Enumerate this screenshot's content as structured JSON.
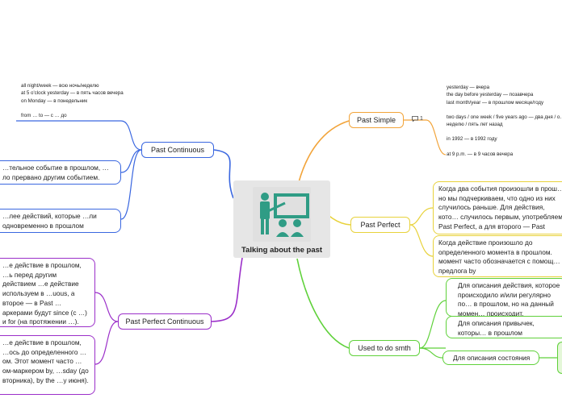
{
  "center": {
    "title": "Talking about the past",
    "icon": "teacher-at-board-icon"
  },
  "colors": {
    "past_simple": "#f2a43a",
    "past_perfect": "#e8d23b",
    "used_to": "#5fd13a",
    "past_continuous": "#3a67e0",
    "past_perfect_continuous": "#9b2fc9",
    "center_bg": "#e6e6e6",
    "icon_teal": "#2f9c85"
  },
  "past_simple": {
    "label": "Past Simple",
    "comment_count": "1",
    "markers": [
      "yesterday — вчера",
      "the day before yesterday — позавчера",
      "last month/year — в прошлом месяце/году",
      "",
      "two days / one week / five years ago — два дня / о…",
      "неделю / пять лет назад",
      "",
      "in 1992 — в 1992 году",
      "",
      "at 9 p.m. — в 9 часов вечера"
    ]
  },
  "past_perfect": {
    "label": "Past Perfect",
    "leaves": [
      "Когда два события произошли в прош… но мы подчеркиваем, что одно из них случилось раньше. Для действия, кото… случилось первым, употребляем Past Perfect, а для второго — Past Simple.",
      "Когда действие произошло до определенного момента в прошлом. момент часто обозначается с помощ… предлога by"
    ]
  },
  "used_to": {
    "label": "Used to do smth",
    "leaves": [
      "Для описания действия, которое происходило и/или регулярно по… в прошлом, но на данный момен… происходит.",
      "Для описания привычек, которы… в прошлом",
      "Для описания состояния"
    ]
  },
  "past_continuous": {
    "label": "Past Continuous",
    "markers": [
      "all night/week — всю ночь/неделю",
      "at 5 o'clock yesterday — в пять часов вечера",
      "on Monday — в понедельник",
      "",
      "from … to — с … до"
    ],
    "leaves": [
      "…тельное событие в прошлом, …ло прервано другим событием.",
      "…лее действий, которые …ли одновременно в прошлом"
    ]
  },
  "past_perfect_continuous": {
    "label": "Past Perfect Continuous",
    "leaves": [
      "…е действие в прошлом, …ь перед другим действием …е действие используем в …uous, а второе — в Past …аркерами будут since (с …) и for (на протяжении …).",
      "…е действие в прошлом, …ось до определенного …ом. Этот момент часто …ом-маркером by, …sday (до вторника), by the …у июня)."
    ]
  }
}
